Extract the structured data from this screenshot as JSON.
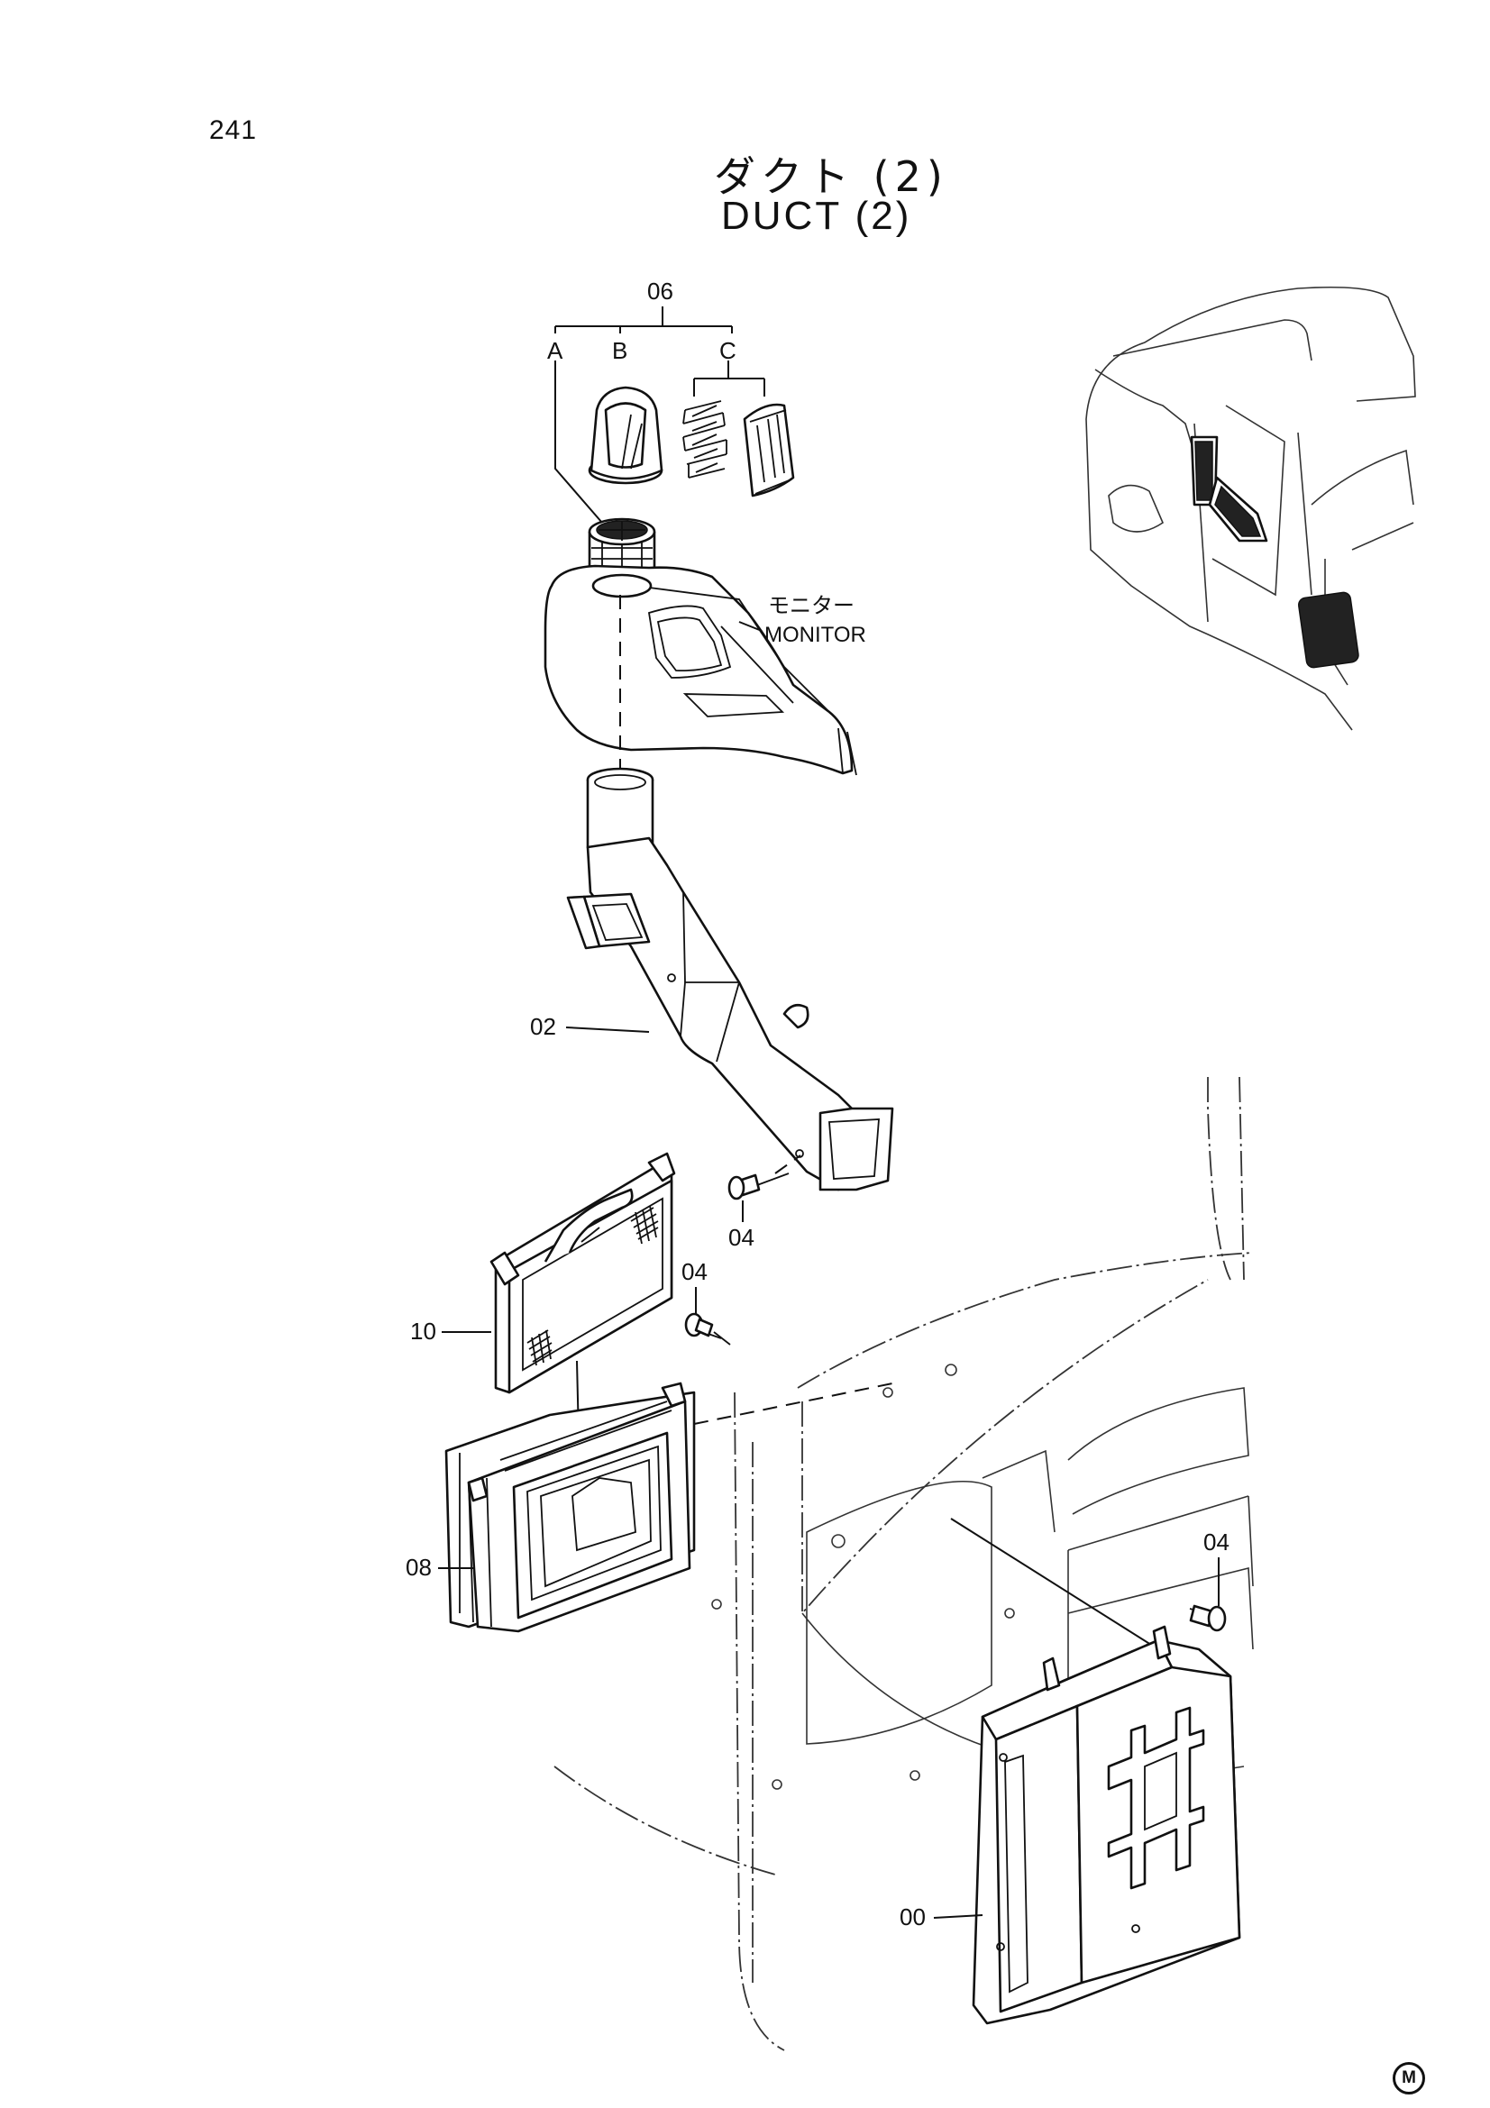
{
  "page_number": "241",
  "title_jp": "ダクト (2)",
  "title_en": "DUCT (2)",
  "labels": {
    "part_06": "06",
    "variant_a": "A",
    "variant_b": "B",
    "variant_c": "C",
    "monitor_jp": "モニター",
    "monitor_en": "MONITOR",
    "part_02": "02",
    "part_04_upper": "04",
    "part_04_middle": "04",
    "part_04_right": "04",
    "part_10": "10",
    "part_08": "08",
    "part_00": "00"
  },
  "corner_mark": "M"
}
